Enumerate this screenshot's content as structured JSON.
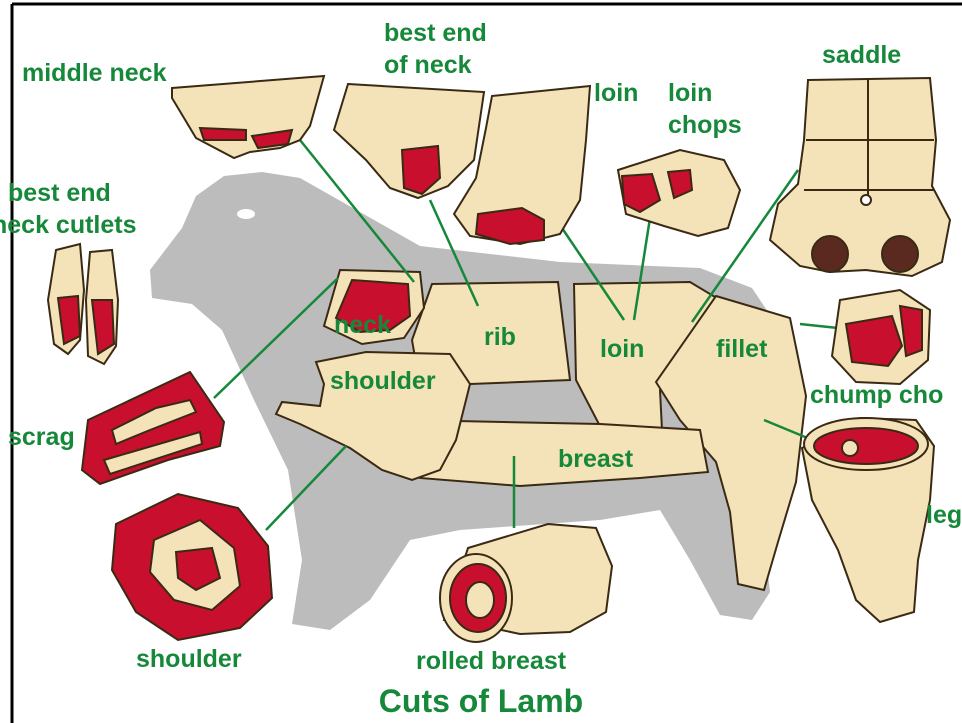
{
  "diagram": {
    "title": "Cuts of Lamb",
    "colors": {
      "label": "#16883a",
      "meat": "#c8102e",
      "fat": "#f4e2b8",
      "silhouette": "#bcbcbc",
      "outline": "#3a2a14",
      "leader_line": "#16883a"
    },
    "carcass_labels": {
      "neck": "neck",
      "rib": "rib",
      "loin": "loin",
      "fillet": "fillet",
      "shoulder": "shoulder",
      "breast": "breast"
    },
    "cut_labels": {
      "middle_neck": "middle neck",
      "best_end_of_neck_line1": "best end",
      "best_end_of_neck_line2": "of neck",
      "loin": "loin",
      "loin_chops_line1": "loin",
      "loin_chops_line2": "chops",
      "saddle": "saddle",
      "best_end_cutlets_line1": "best end",
      "best_end_cutlets_line2": "neck cutlets",
      "scrag": "scrag",
      "shoulder": "shoulder",
      "rolled_breast": "rolled breast",
      "chump_chops": "chump cho",
      "leg": "leg"
    }
  }
}
